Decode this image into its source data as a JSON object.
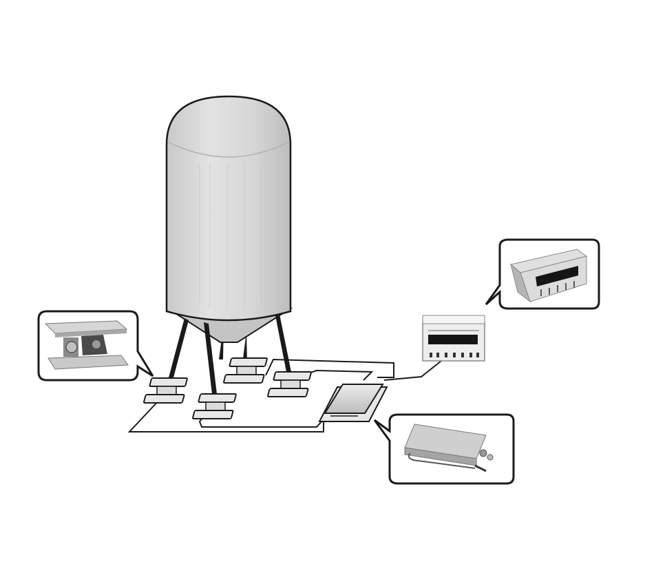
{
  "diagram": {
    "components": [
      {
        "id": "silo",
        "kind": "storage-silo"
      },
      {
        "id": "load-cell-1",
        "kind": "load-cell-module"
      },
      {
        "id": "load-cell-2",
        "kind": "load-cell-module"
      },
      {
        "id": "load-cell-3",
        "kind": "load-cell-module"
      },
      {
        "id": "load-cell-4",
        "kind": "load-cell-module"
      },
      {
        "id": "junction-box",
        "kind": "junction-box"
      },
      {
        "id": "indicator",
        "kind": "weighing-indicator"
      }
    ],
    "callouts": [
      {
        "id": "load-cell-callout",
        "icon": "load-cell-module-icon"
      },
      {
        "id": "indicator-callout",
        "icon": "weighing-indicator-icon"
      },
      {
        "id": "junction-box-callout",
        "icon": "junction-box-icon"
      }
    ],
    "colors": {
      "outline": "#1a1a1a",
      "silo_fill": "#d0d0d0",
      "silo_light": "#e4e4e4",
      "metal": "#c8c8c8",
      "display": "#151515",
      "background": "#ffffff"
    }
  }
}
